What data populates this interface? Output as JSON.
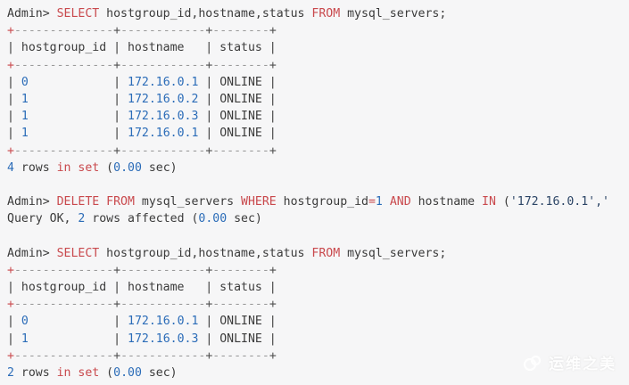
{
  "terminal": {
    "colors": {
      "bg": "#f6f6f7",
      "plain": "#3b3b3b",
      "keyword": "#c9494d",
      "number": "#2b6cb8",
      "string": "#2c4566",
      "dash": "#9a9a9a",
      "plus": "#4f4f4f"
    },
    "lines": [
      {
        "name": "sql-select-query-1",
        "segments": [
          [
            "Admin> ",
            "plain"
          ],
          [
            "SELECT",
            "keyword"
          ],
          [
            " hostgroup_id,hostname,status ",
            "plain"
          ],
          [
            "FROM",
            "keyword"
          ],
          [
            " mysql_servers;",
            "plain"
          ]
        ]
      },
      {
        "name": "table-border",
        "segments": [
          [
            "+",
            "keyword"
          ],
          [
            "--------------",
            "dash"
          ],
          [
            "+",
            "plus"
          ],
          [
            "------------",
            "dash"
          ],
          [
            "+",
            "plus"
          ],
          [
            "--------",
            "dash"
          ],
          [
            "+",
            "plus"
          ]
        ]
      },
      {
        "name": "table-header-row",
        "segments": [
          [
            "| hostgroup_id | hostname   | status |",
            "plain"
          ]
        ]
      },
      {
        "name": "table-border",
        "segments": [
          [
            "+",
            "keyword"
          ],
          [
            "--------------",
            "dash"
          ],
          [
            "+",
            "plus"
          ],
          [
            "------------",
            "dash"
          ],
          [
            "+",
            "plus"
          ],
          [
            "--------",
            "dash"
          ],
          [
            "+",
            "plus"
          ]
        ]
      },
      {
        "name": "table-data-row",
        "segments": [
          [
            "| ",
            "plain"
          ],
          [
            "0",
            "number"
          ],
          [
            "            | ",
            "plain"
          ],
          [
            "172.16.0.1",
            "number"
          ],
          [
            " | ONLINE |",
            "plain"
          ]
        ]
      },
      {
        "name": "table-data-row",
        "segments": [
          [
            "| ",
            "plain"
          ],
          [
            "1",
            "number"
          ],
          [
            "            | ",
            "plain"
          ],
          [
            "172.16.0.2",
            "number"
          ],
          [
            " | ONLINE |",
            "plain"
          ]
        ]
      },
      {
        "name": "table-data-row",
        "segments": [
          [
            "| ",
            "plain"
          ],
          [
            "1",
            "number"
          ],
          [
            "            | ",
            "plain"
          ],
          [
            "172.16.0.3",
            "number"
          ],
          [
            " | ONLINE |",
            "plain"
          ]
        ]
      },
      {
        "name": "table-data-row",
        "segments": [
          [
            "| ",
            "plain"
          ],
          [
            "1",
            "number"
          ],
          [
            "            | ",
            "plain"
          ],
          [
            "172.16.0.1",
            "number"
          ],
          [
            " | ONLINE |",
            "plain"
          ]
        ]
      },
      {
        "name": "table-border",
        "segments": [
          [
            "+",
            "keyword"
          ],
          [
            "--------------",
            "dash"
          ],
          [
            "+",
            "plus"
          ],
          [
            "------------",
            "dash"
          ],
          [
            "+",
            "plus"
          ],
          [
            "--------",
            "dash"
          ],
          [
            "+",
            "plus"
          ]
        ]
      },
      {
        "name": "result-summary",
        "segments": [
          [
            "4",
            "number"
          ],
          [
            " rows ",
            "plain"
          ],
          [
            "in set",
            "keyword"
          ],
          [
            " (",
            "plain"
          ],
          [
            "0.00",
            "number"
          ],
          [
            " sec)",
            "plain"
          ]
        ]
      },
      {
        "name": "blank-line",
        "segments": []
      },
      {
        "name": "sql-delete-query",
        "segments": [
          [
            "Admin> ",
            "plain"
          ],
          [
            "DELETE",
            "keyword"
          ],
          [
            " ",
            "plain"
          ],
          [
            "FROM",
            "keyword"
          ],
          [
            " mysql_servers ",
            "plain"
          ],
          [
            "WHERE",
            "keyword"
          ],
          [
            " hostgroup_id",
            "plain"
          ],
          [
            "=",
            "keyword"
          ],
          [
            "1",
            "number"
          ],
          [
            " ",
            "plain"
          ],
          [
            "AND",
            "keyword"
          ],
          [
            " hostname ",
            "plain"
          ],
          [
            "IN",
            "keyword"
          ],
          [
            " (",
            "plain"
          ],
          [
            "'172.16.0.1','",
            "string"
          ]
        ]
      },
      {
        "name": "query-ok-message",
        "segments": [
          [
            "Query OK, ",
            "plain"
          ],
          [
            "2",
            "number"
          ],
          [
            " rows affected (",
            "plain"
          ],
          [
            "0.00",
            "number"
          ],
          [
            " sec)",
            "plain"
          ]
        ]
      },
      {
        "name": "blank-line",
        "segments": []
      },
      {
        "name": "sql-select-query-2",
        "segments": [
          [
            "Admin> ",
            "plain"
          ],
          [
            "SELECT",
            "keyword"
          ],
          [
            " hostgroup_id,hostname,status ",
            "plain"
          ],
          [
            "FROM",
            "keyword"
          ],
          [
            " mysql_servers;",
            "plain"
          ]
        ]
      },
      {
        "name": "table-border",
        "segments": [
          [
            "+",
            "keyword"
          ],
          [
            "--------------",
            "dash"
          ],
          [
            "+",
            "plus"
          ],
          [
            "------------",
            "dash"
          ],
          [
            "+",
            "plus"
          ],
          [
            "--------",
            "dash"
          ],
          [
            "+",
            "plus"
          ]
        ]
      },
      {
        "name": "table-header-row",
        "segments": [
          [
            "| hostgroup_id | hostname   | status |",
            "plain"
          ]
        ]
      },
      {
        "name": "table-border",
        "segments": [
          [
            "+",
            "keyword"
          ],
          [
            "--------------",
            "dash"
          ],
          [
            "+",
            "plus"
          ],
          [
            "------------",
            "dash"
          ],
          [
            "+",
            "plus"
          ],
          [
            "--------",
            "dash"
          ],
          [
            "+",
            "plus"
          ]
        ]
      },
      {
        "name": "table-data-row",
        "segments": [
          [
            "| ",
            "plain"
          ],
          [
            "0",
            "number"
          ],
          [
            "            | ",
            "plain"
          ],
          [
            "172.16.0.1",
            "number"
          ],
          [
            " | ONLINE |",
            "plain"
          ]
        ]
      },
      {
        "name": "table-data-row",
        "segments": [
          [
            "| ",
            "plain"
          ],
          [
            "1",
            "number"
          ],
          [
            "            | ",
            "plain"
          ],
          [
            "172.16.0.3",
            "number"
          ],
          [
            " | ONLINE |",
            "plain"
          ]
        ]
      },
      {
        "name": "table-border",
        "segments": [
          [
            "+",
            "keyword"
          ],
          [
            "--------------",
            "dash"
          ],
          [
            "+",
            "plus"
          ],
          [
            "------------",
            "dash"
          ],
          [
            "+",
            "plus"
          ],
          [
            "--------",
            "dash"
          ],
          [
            "+",
            "plus"
          ]
        ]
      },
      {
        "name": "result-summary",
        "segments": [
          [
            "2",
            "number"
          ],
          [
            " rows ",
            "plain"
          ],
          [
            "in set",
            "keyword"
          ],
          [
            " (",
            "plain"
          ],
          [
            "0.00",
            "number"
          ],
          [
            " sec)",
            "plain"
          ]
        ]
      }
    ]
  },
  "watermark": {
    "text": "运维之美"
  }
}
